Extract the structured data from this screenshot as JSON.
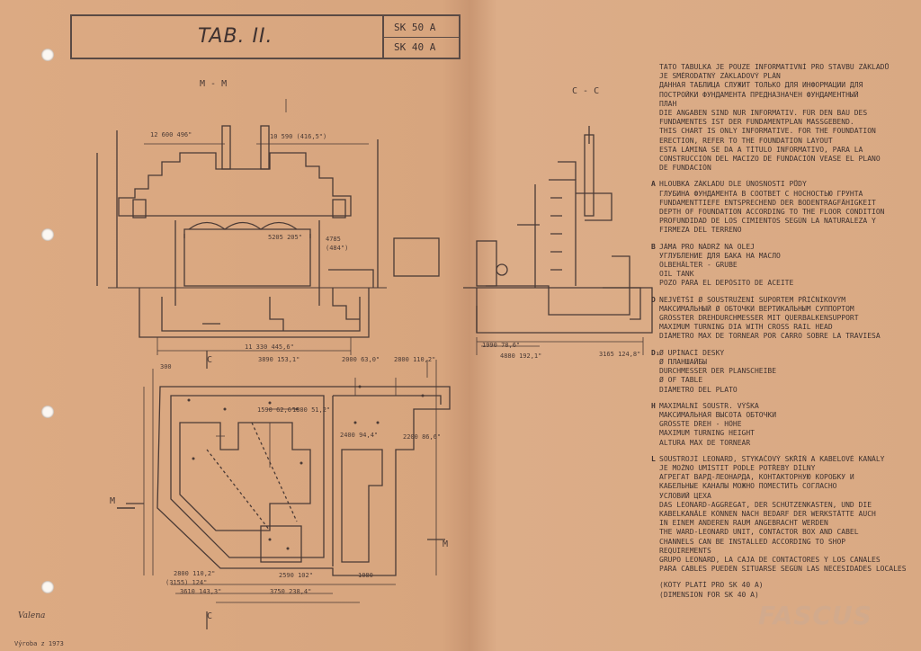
{
  "title_block": {
    "tab": "TAB. II.",
    "model_1": "SK 50 A",
    "model_2": "SK 40 A"
  },
  "views": {
    "section_m": "M - M",
    "section_c": "C - C",
    "marker_m": "M",
    "marker_c": "C"
  },
  "dimensions": {
    "d1": "12 600   496\"",
    "d2": "10 590  (416,5\")",
    "d3": "5205 205\"",
    "d4": "4785",
    "d5": "(484\")",
    "d6": "11 330   445,6\"",
    "d7": "3890   153,1\"",
    "d8": "2000 63,0\"",
    "d9": "2800 110,2\"",
    "d10": "1590 62,6\"",
    "d11": "1300 51,2\"",
    "d12": "2400 94,4\"",
    "d13": "2200 86,6\"",
    "d14": "2800 110,2\"",
    "d15": "(3155) 124\"",
    "d16": "3610 143,3\"",
    "d17": "3750  238,4\"",
    "d18": "2590 102\"",
    "d19": "1990 78,6\"",
    "d20": "4880   192,1\"",
    "d21": "3165  124,8\"",
    "d22": "300",
    "d23": "1080"
  },
  "notes": {
    "intro": [
      "TATO TABULKA JE POUZE INFORMATIVNÍ PRO STAVBU ZÁKLADŮ",
      "JE SMĚRODATNÝ ZÁKLADOVÝ PLÁN",
      "ДАННАЯ ТАБЛИЦА СЛУЖИТ ТОЛЬКО ДЛЯ ИНФОРМАЦИИ ДЛЯ",
      "ПОСТРОЙКИ ФУНДАМЕНТА ПРЕДНАЗНАЧЕН ФУНДАМЕНТНЫЙ",
      "ПЛАН",
      "DIE ANGABEN SIND NUR INFORMATIV. FÜR DEN BAU DES",
      "FUNDAMENTES IST DER FUNDAMENTPLAN MASSGEBEND.",
      "THIS CHART IS ONLY INFORMATIVE. FOR THE FOUNDATION",
      "ERECTION, REFER TO THE FOUNDATION LAYOUT",
      "ESTA LÁMINA SE DA A TÍTULO INFORMATIVO, PARA LA",
      "CONSTRUCCIÓN DEL MACIZO DE FUNDACIÓN VEASE EL PLANO",
      "DE FUNDACIÓN"
    ],
    "a": [
      "HLOUBKA ZÁKLADU DLE ÚNOSNOSTI PŮDY",
      "ГЛУБИНА ФУНДАМЕНТА В СООТВЕТ С НОСНОСТЬЮ ГРУНТА",
      "FUNDAMENTTIEFE ENTSPRECHEND DER BODENTRAGFÄHIGKEIT",
      "DEPTH OF FOUNDATION ACCORDING TO THE FLOOR CONDITION",
      "PROFUNDIDAD DE LOS CIMIENTOS SEGÚN LA NATURALEZA Y",
      "FIRMEZA DEL TERRENO"
    ],
    "b": [
      "JÁMA PRO NÁDRŽ NA OLEJ",
      "УГЛУБЛЕНИЕ ДЛЯ БАКА НА МАСЛО",
      "ÖLBEHÄLTER - GRUBE",
      "OIL TANK",
      "POZO PARA EL DEPÓSITO DE ACEITE"
    ],
    "d": [
      "NEJVĚTŠÍ Ø SOUSTRUŽENÍ SUPORTEM PŘÍČNÍKOVÝM",
      "МАКСИМАЛЬНЫЙ Ø ОБТОЧКИ ВЕРТИКАЛЬНЫМ СУППОРТОМ",
      "GRÖSSTER DREHDURCHMESSER MIT QUERBALKENSUPPORT",
      "MAXIMUM TURNING DIA WITH CROSS RAIL HEAD",
      "DIÁMETRO MAX DE TORNEAR POR CARRO SOBRE LA TRAVIESA"
    ],
    "d1": [
      "Ø UPÍNACÍ DESKY",
      "Ø ПЛАНШАЙБЫ",
      "DURCHMESSER DER PLANSCHEIBE",
      "Ø OF TABLE",
      "DIÁMETRO DEL PLATO"
    ],
    "h": [
      "MAXIMÁLNÍ SOUSTR. VÝŠKA",
      "МАКСИМАЛЬНАЯ ВЫСОТА ОБТОЧКИ",
      "GRÖSSTE DREH - HÖHE",
      "MAXIMUM TURNING HEIGHT",
      "ALTURA MAX DE TORNEAR"
    ],
    "l": [
      "SOUSTROJÍ LEONARD, STYKAČOVÝ SKŘÍŇ A KABELOVÉ KANÁLY",
      "JE MOŽNO UMÍSTIT PODLE POTŘEBY DÍLNY",
      "АГРЕГАТ ВАРД-ЛЕОНАРДА, КОНТАКТОРНУЮ КОРОБКУ И",
      "КАБЕЛЬНЫЕ КАНАЛЫ МОЖНО ПОМЕСТИТЬ СОГЛАСНО",
      "УСЛОВИЙ ЦЕХА",
      "DAS LEONARD-AGGREGAT, DER SCHÜTZENKASTEN, UND DIE",
      "KABELKANÄLE KÖNNEN NACH BEDARF DER WERKSTÄTTE AUCH",
      "IN EINEM ANDEREN RAUM ANGEBRACHT WERDEN",
      "THE WARD-LEONARD UNIT, CONTACTOR BOX AND CABEL",
      "CHANNELS CAN BE INSTALLED ACCORDING TO SHOP",
      "REQUIREMENTS",
      "GRUPO LEONARD, LA CAJA DE CONTACTORES Y LOS CANALES",
      "PARA CABLES PUEDEN SITUARSE SEGÚN LAS NECESIDADES LOCALES"
    ],
    "footer": [
      "(KÓTY PLATÍ PRO SK 40 A)",
      "(DIMENSION FOR SK 40 A)"
    ],
    "letters": {
      "a": "A",
      "b": "B",
      "d": "D",
      "d1": "D₁",
      "h": "H",
      "l": "L"
    }
  },
  "watermark": "FASCUS",
  "signature": "Valena",
  "stamp": "Výroba z 1973"
}
